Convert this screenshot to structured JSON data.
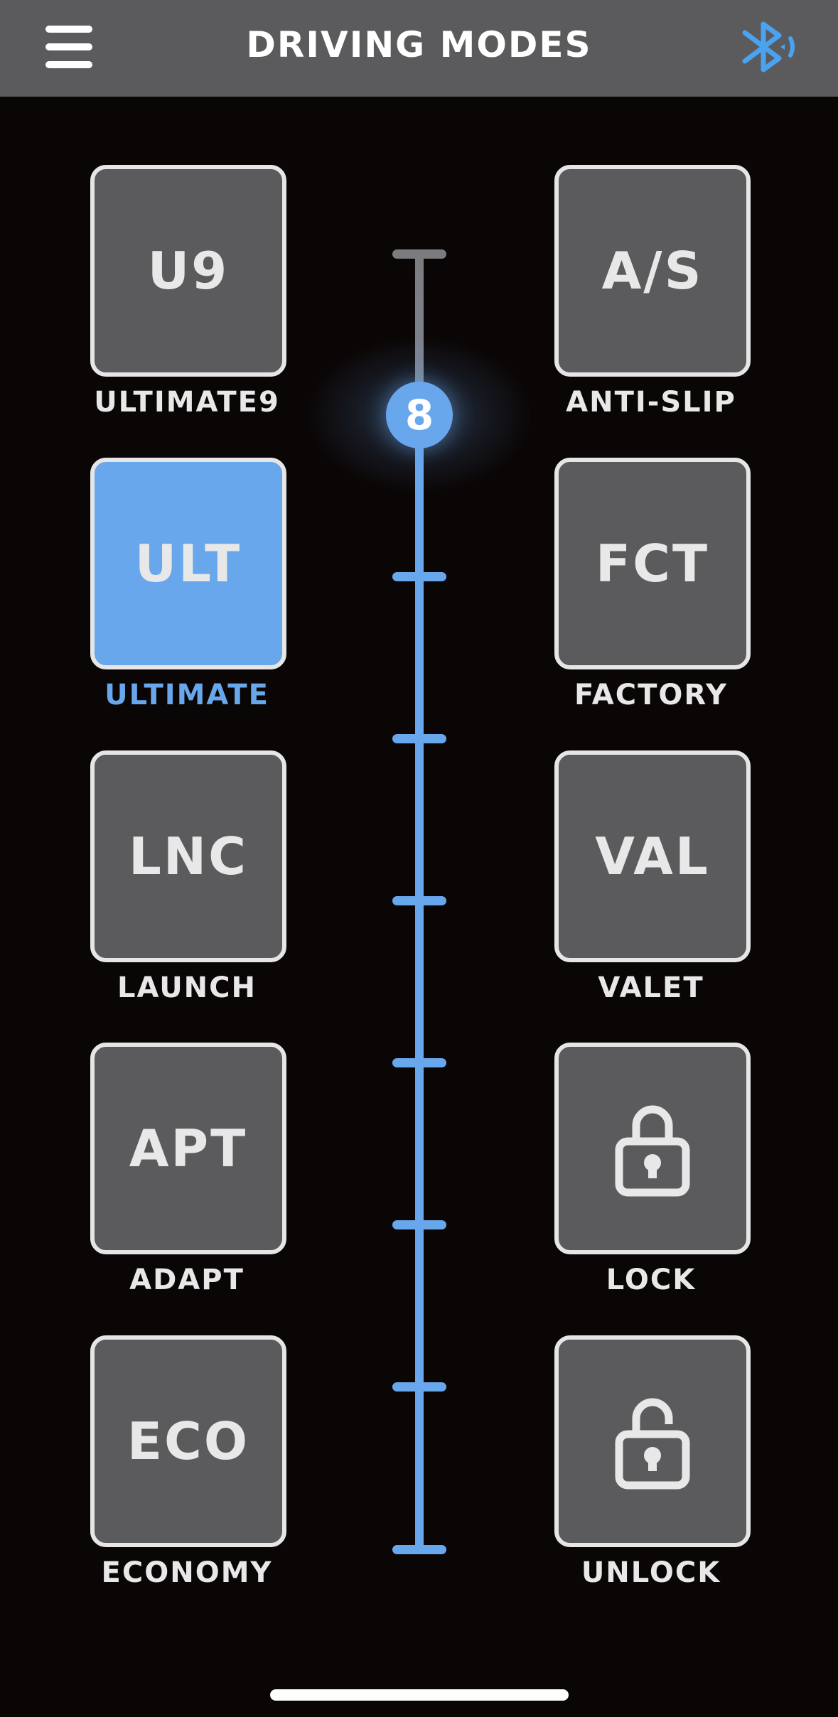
{
  "header": {
    "title": "DRIVING MODES",
    "menu_icon": "hamburger-menu-icon",
    "bluetooth_icon": "bluetooth-icon",
    "bluetooth_color": "#4aa3f0"
  },
  "colors": {
    "background": "#0b0606",
    "header_bg": "#5b5b5d",
    "tile_bg": "#5b5b5d",
    "tile_border": "#e6e6e6",
    "accent": "#69a7ed",
    "text": "#e8e8e8"
  },
  "modes_left": [
    {
      "code": "U9",
      "label": "ULTIMATE9",
      "active": false
    },
    {
      "code": "ULT",
      "label": "ULTIMATE",
      "active": true
    },
    {
      "code": "LNC",
      "label": "LAUNCH",
      "active": false
    },
    {
      "code": "APT",
      "label": "ADAPT",
      "active": false
    },
    {
      "code": "ECO",
      "label": "ECONOMY",
      "active": false
    }
  ],
  "modes_right": [
    {
      "code": "A/S",
      "label": "ANTI-SLIP",
      "active": false
    },
    {
      "code": "FCT",
      "label": "FACTORY",
      "active": false
    },
    {
      "code": "VAL",
      "label": "VALET",
      "active": false
    },
    {
      "icon": "lock-icon",
      "label": "LOCK",
      "active": false
    },
    {
      "icon": "unlock-icon",
      "label": "UNLOCK",
      "active": false
    }
  ],
  "slider": {
    "value": "8",
    "min": 1,
    "max": 9,
    "tick_count": 9
  }
}
